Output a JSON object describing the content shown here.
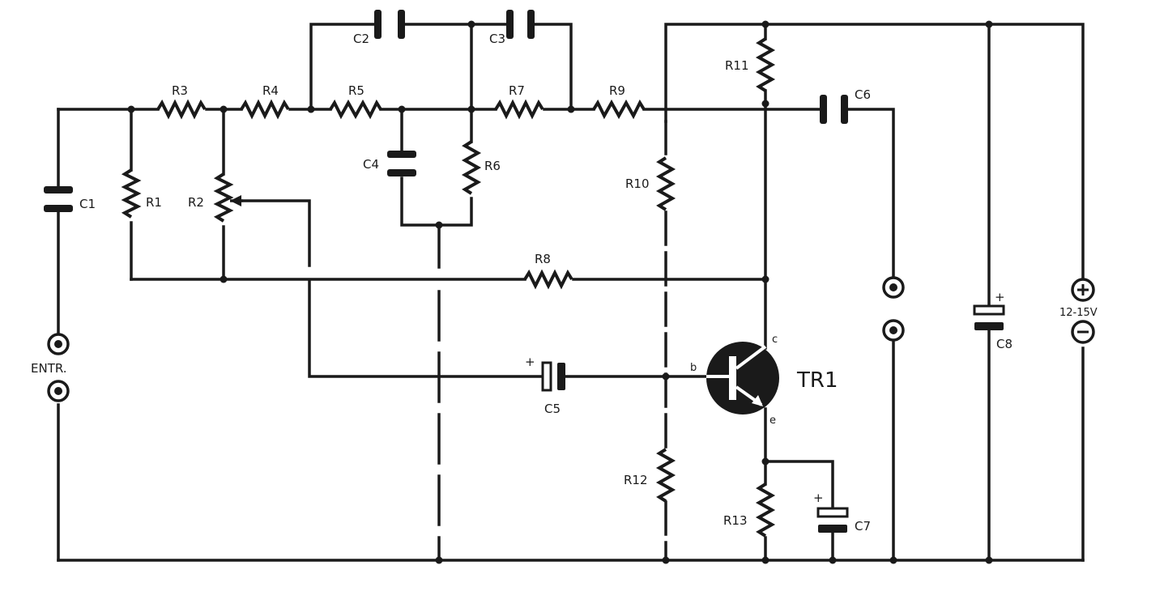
{
  "diagram": {
    "components": {
      "resistors": [
        "R1",
        "R2",
        "R3",
        "R4",
        "R5",
        "R6",
        "R7",
        "R8",
        "R9",
        "R10",
        "R11",
        "R12",
        "R13"
      ],
      "capacitors": [
        "C1",
        "C2",
        "C3",
        "C4",
        "C5",
        "C6",
        "C7",
        "C8"
      ],
      "transistor": {
        "label": "TR1",
        "pins": {
          "base": "b",
          "collector": "c",
          "emitter": "e"
        }
      }
    },
    "input_label": "ENTR.",
    "supply_label": "12-15V",
    "polarity": {
      "plus": "+",
      "minus": "−"
    }
  }
}
